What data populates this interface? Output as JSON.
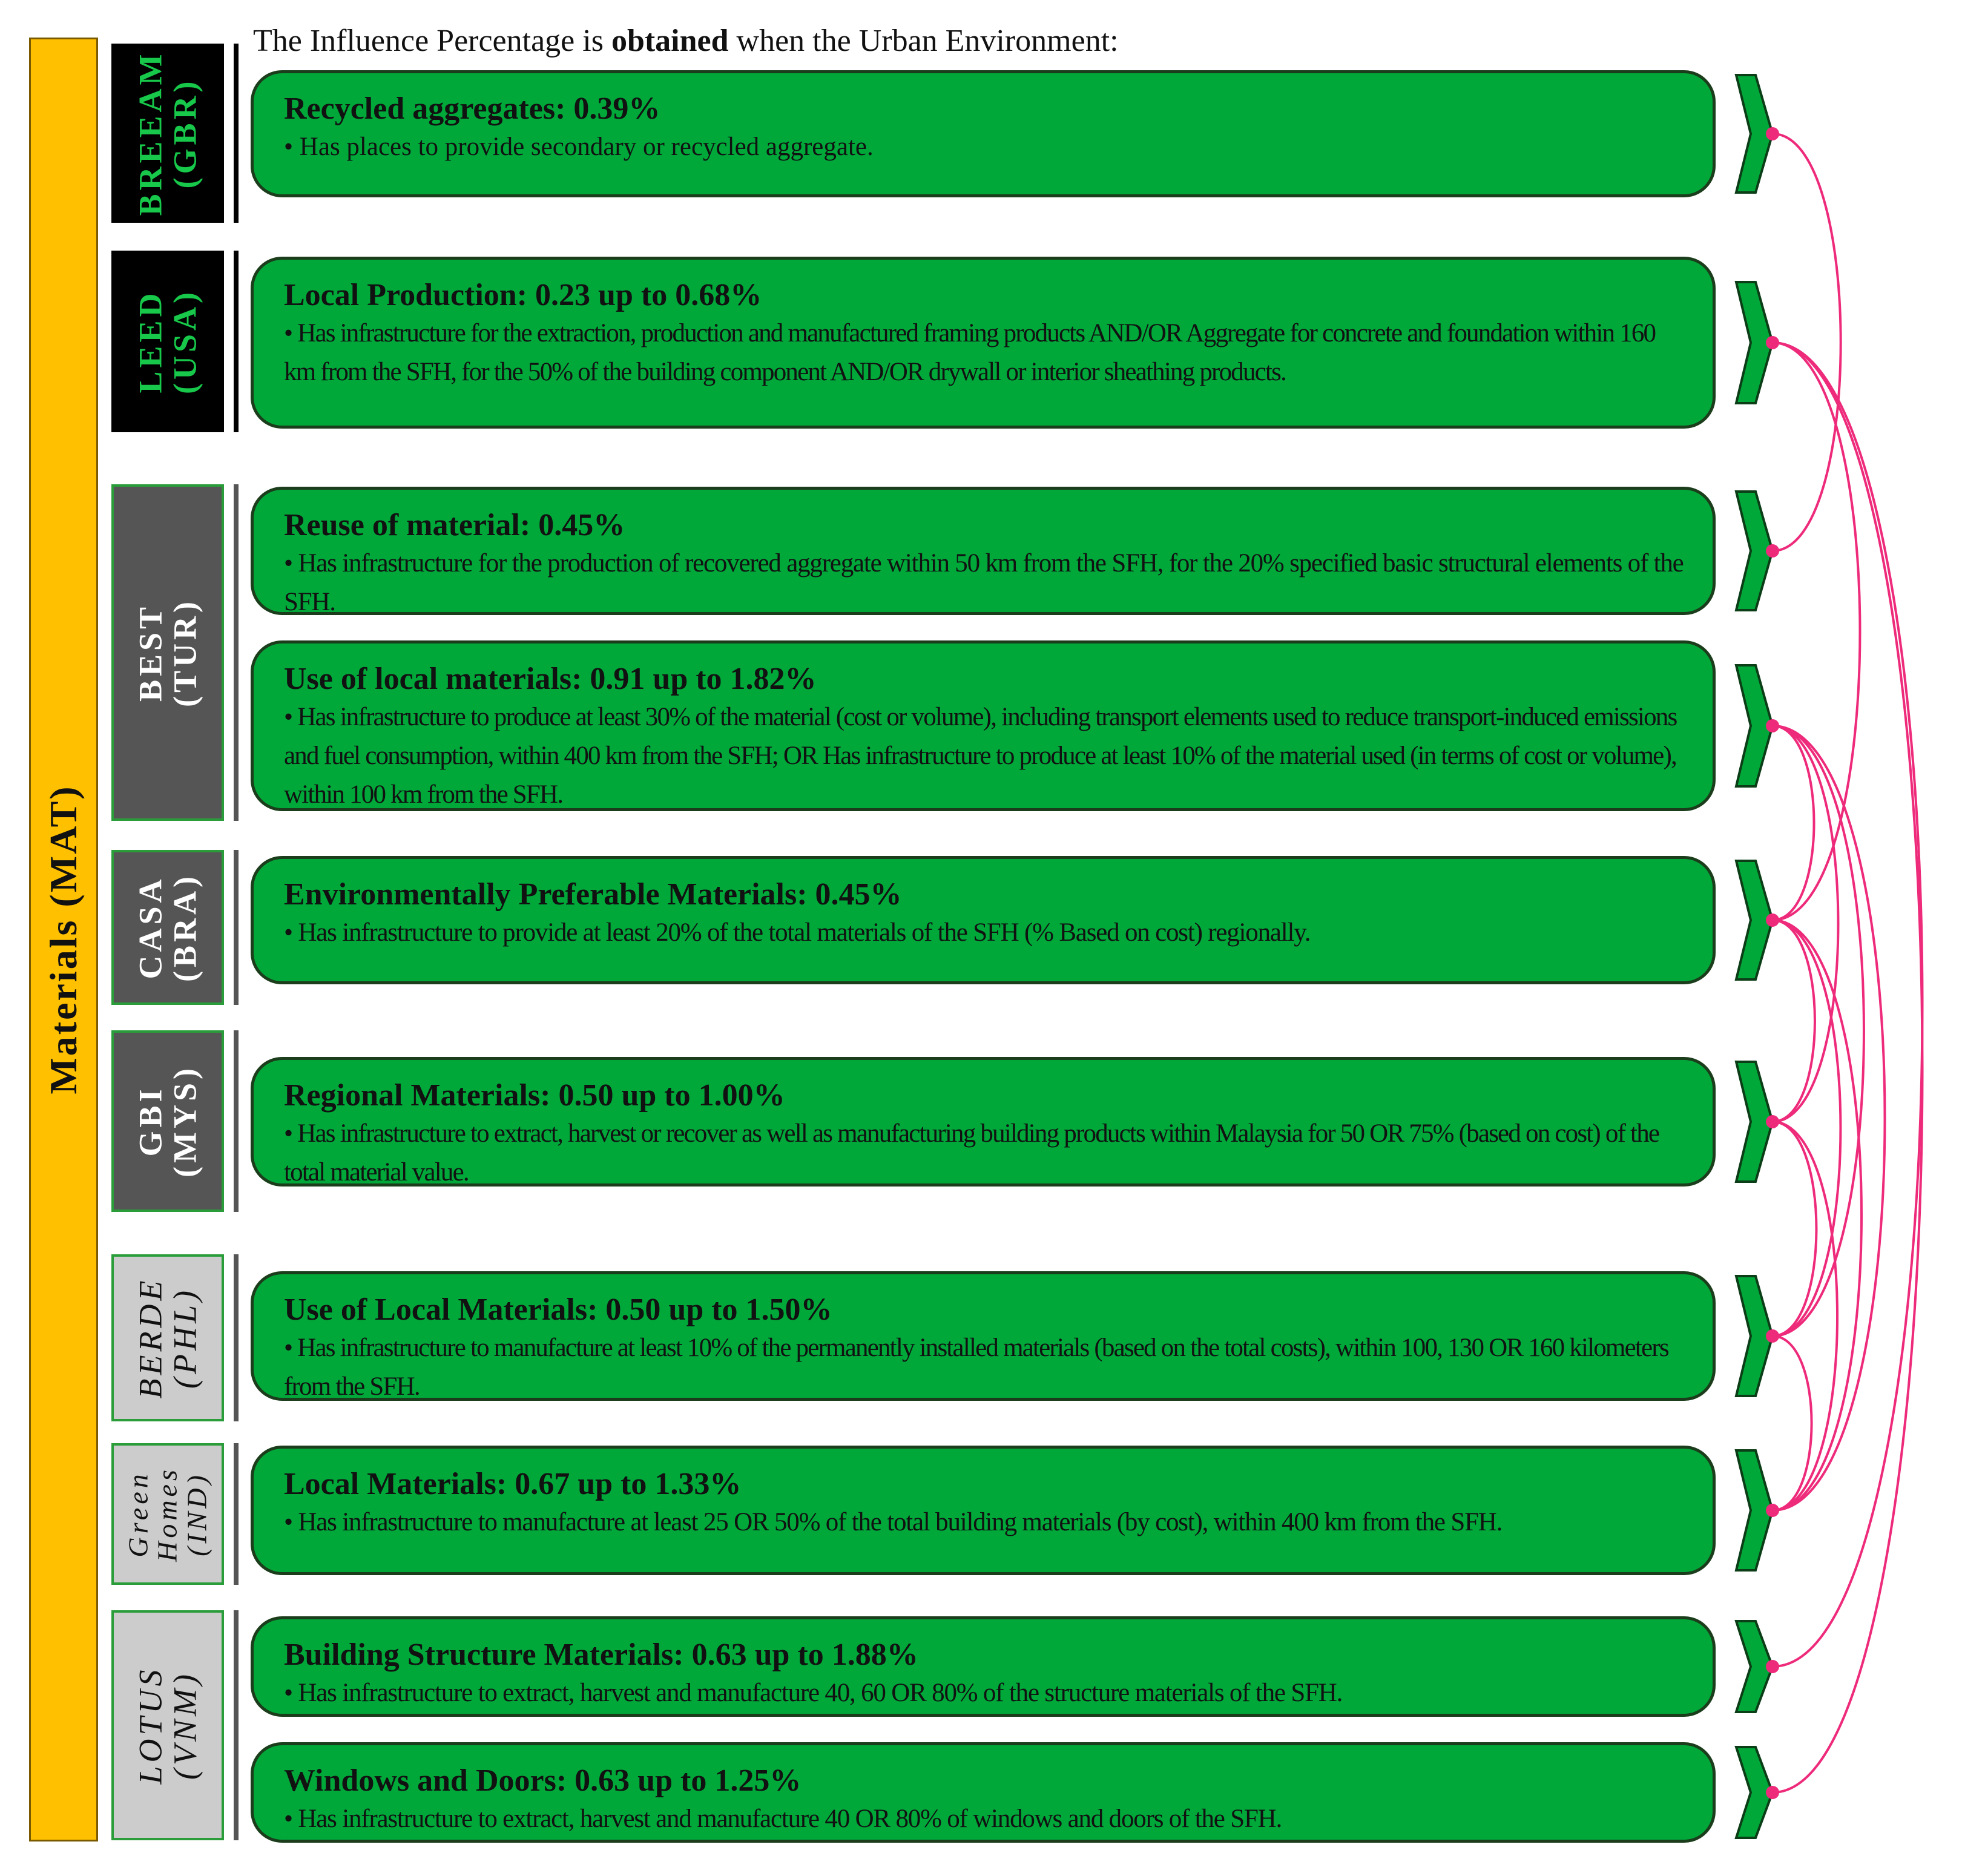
{
  "category_label": "Materials (MAT)",
  "header": {
    "prefix": "The Influence Percentage is ",
    "bold": "obtained",
    "suffix": " when the Urban Environment:"
  },
  "systems": [
    {
      "label": "BREEAM\n(GBR)"
    },
    {
      "label": "LEED\n(USA)"
    },
    {
      "label": "BEST\n(TUR)"
    },
    {
      "label": "CASA\n(BRA)"
    },
    {
      "label": "GBI\n(MYS)"
    },
    {
      "label": "BERDE\n(PHL)"
    },
    {
      "label": "Green\nHomes\n(IND)"
    },
    {
      "label": "LOTUS\n(VNM)"
    }
  ],
  "cards": [
    {
      "title": "Recycled aggregates: 0.39%",
      "desc": "• Has places to provide secondary or recycled aggregate."
    },
    {
      "title": "Local Production: 0.23 up to 0.68%",
      "desc": "• Has infrastructure for the extraction, production and manufactured framing products AND/OR Aggregate for concrete and foundation within 160 km from the SFH, for the 50% of the building component AND/OR drywall or interior sheathing products."
    },
    {
      "title": "Reuse of material: 0.45%",
      "desc": "• Has infrastructure for the production of recovered aggregate within 50 km from the SFH, for the 20% specified basic structural elements of the SFH."
    },
    {
      "title": "Use of local materials: 0.91 up to 1.82%",
      "desc": "• Has infrastructure to produce at least 30% of the material (cost or volume), including transport elements used to reduce transport-induced emissions and fuel consumption, within 400 km from the SFH; OR Has infrastructure to produce at least 10% of the material used (in terms of cost or volume), within 100 km from the SFH."
    },
    {
      "title": "Environmentally Preferable Materials: 0.45%",
      "desc": "• Has infrastructure to provide at least 20% of the total materials of the SFH (% Based on cost) regionally."
    },
    {
      "title": "Regional Materials: 0.50 up to 1.00%",
      "desc": "• Has infrastructure to extract, harvest or recover as well as manufacturing building products within Malaysia for 50 OR 75% (based on cost) of the total material value."
    },
    {
      "title": "Use of Local Materials: 0.50 up to 1.50%",
      "desc": "• Has infrastructure to manufacture at least 10% of the permanently installed materials (based on the total costs), within 100, 130 OR 160 kilometers from the SFH."
    },
    {
      "title": "Local Materials: 0.67 up to 1.33%",
      "desc": "• Has infrastructure to manufacture at least 25 OR 50% of the total building materials (by cost), within 400 km from the SFH."
    },
    {
      "title": "Building Structure Materials: 0.63 up to 1.88%",
      "desc": "• Has infrastructure to extract, harvest and manufacture 40, 60 OR 80% of the structure materials of the SFH."
    },
    {
      "title": "Windows and Doors: 0.63 up to 1.25%",
      "desc": "• Has infrastructure to extract, harvest and manufacture 40 OR 80% of windows and doors of the SFH."
    }
  ],
  "colors": {
    "category": "#FFC000",
    "card": "#00A83A",
    "link": "#EE2A7B",
    "system_dark": "#000000",
    "system_grey": "#555555",
    "system_light": "#CCCCCC"
  },
  "links": [
    [
      0,
      2
    ],
    [
      1,
      4
    ],
    [
      1,
      8
    ],
    [
      1,
      9
    ],
    [
      3,
      4
    ],
    [
      3,
      5
    ],
    [
      3,
      6
    ],
    [
      3,
      7
    ],
    [
      4,
      5
    ],
    [
      4,
      6
    ],
    [
      4,
      7
    ],
    [
      5,
      6
    ],
    [
      5,
      7
    ],
    [
      6,
      7
    ]
  ]
}
